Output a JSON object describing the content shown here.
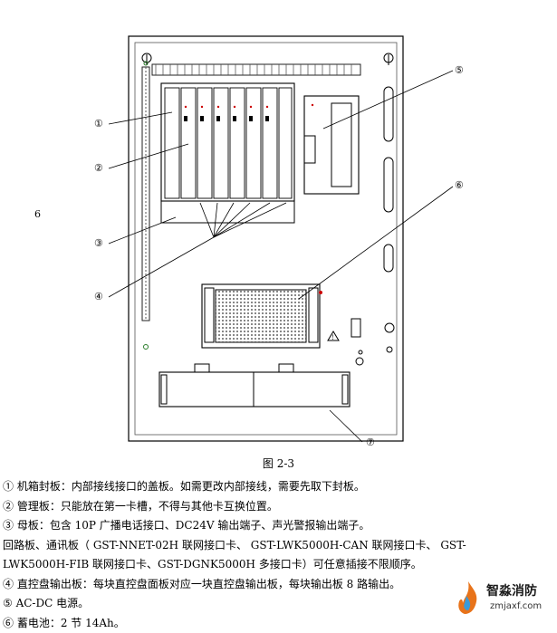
{
  "diagram": {
    "callouts": [
      "①",
      "②",
      "③",
      "④",
      "⑤",
      "⑥",
      "⑦"
    ],
    "margin_number": "6"
  },
  "caption": "图 2-3",
  "items": [
    "① 机箱封板：内部接线接口的盖板。如需更改内部接线，需要先取下封板。",
    "② 管理板：只能放在第一卡槽，不得与其他卡互换位置。",
    "③ 母板：包含 10P 广播电话接口、DC24V 输出端子、声光警报输出端子。",
    "回路板、通讯板（ GST-NNET-02H 联网接口卡、 GST-LWK5000H-CAN 联网接口卡、 GST-",
    "LWK5000H-FIB 联网接口卡、GST-DGNK5000H 多接口卡）可任意插接不限顺序。",
    "④ 直控盘输出板：每块直控盘面板对应一块直控盘输出板，每块输出板 8 路输出。",
    "⑤ AC-DC 电源。",
    "⑥ 蓄电池：2 节 14Ah。"
  ],
  "logo": {
    "name": "智淼消防",
    "url": "zmjaxf.com"
  }
}
